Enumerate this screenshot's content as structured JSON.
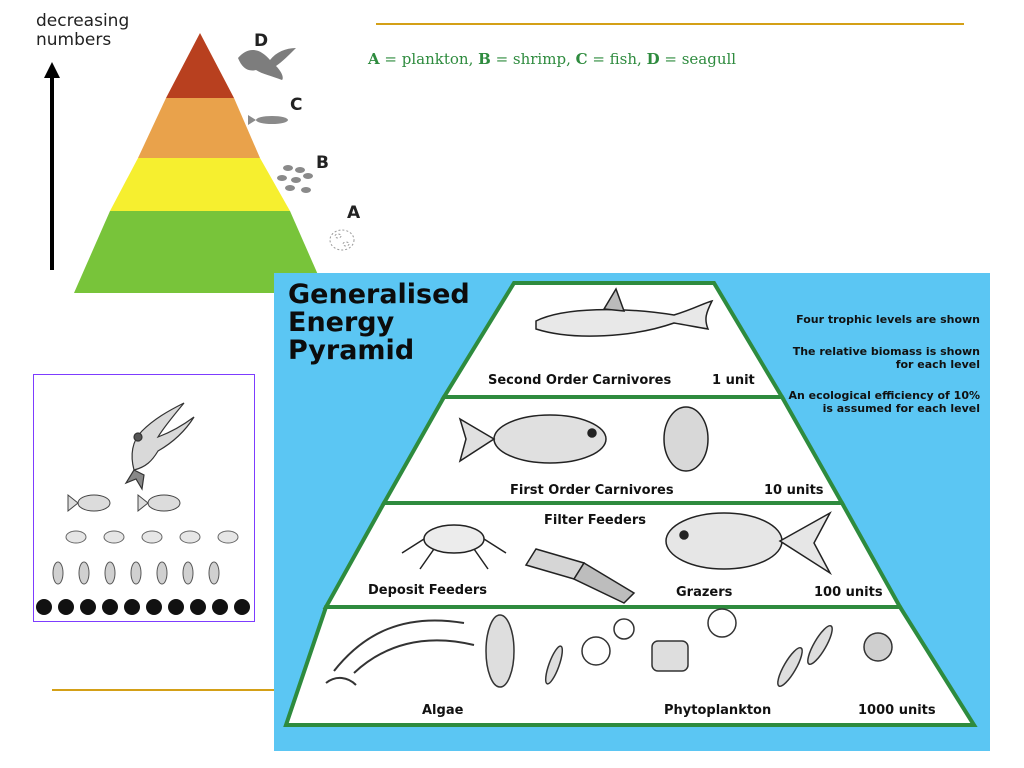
{
  "numbers_pyramid": {
    "axis_label": "decreasing\nnumbers",
    "markers": [
      "D",
      "C",
      "B",
      "A"
    ],
    "colors": [
      "#b8401f",
      "#e9a24b",
      "#f6ef2f",
      "#78c43a"
    ]
  },
  "legend": {
    "parts": [
      {
        "key": "A",
        "value": "plankton"
      },
      {
        "key": "B",
        "value": "shrimp"
      },
      {
        "key": "C",
        "value": "fish"
      },
      {
        "key": "D",
        "value": "seagull"
      }
    ]
  },
  "energy_pyramid": {
    "title": "Generalised\nEnergy\nPyramid",
    "notes": [
      "Four trophic levels are shown",
      "The relative biomass is shown for each level",
      "An ecological efficiency of 10% is assumed for each level"
    ],
    "levels": [
      {
        "name": "Second Order Carnivores",
        "amount": "1 unit"
      },
      {
        "name": "First Order Carnivores",
        "amount": "10 units"
      },
      {
        "name": "Grazers",
        "amount": "100 units",
        "other_labels": [
          "Filter Feeders",
          "Deposit Feeders"
        ]
      },
      {
        "name": "Phytoplankton",
        "amount": "1000 units",
        "other_labels": [
          "Algae"
        ]
      }
    ],
    "background": "#5bc6f3",
    "outline": "#2e8b3e"
  }
}
